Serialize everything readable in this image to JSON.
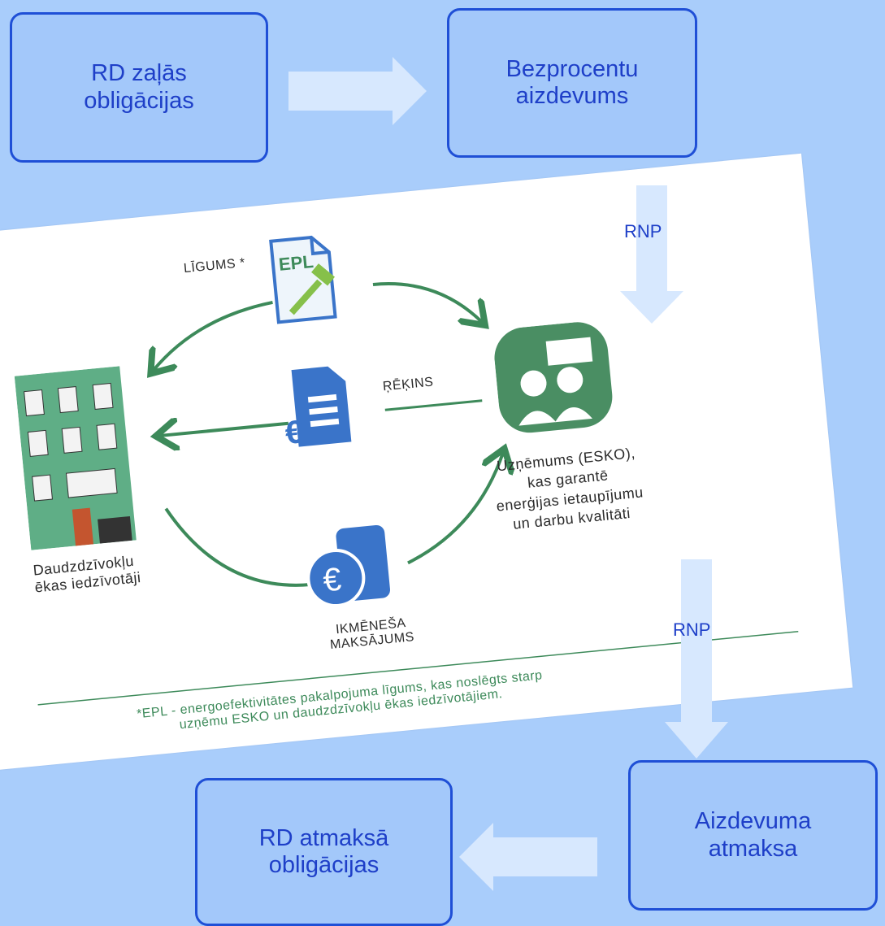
{
  "boxes": {
    "green_bonds": "RD zaļās\nobligācijas",
    "interest_free_loan": "Bezprocentu\naizdevums",
    "repays_bonds": "RD atmaksā\nobligācijas",
    "loan_repayment": "Aizdevuma\natmaksa"
  },
  "labels": {
    "rnp_top": "RNP",
    "rnp_bottom": "RNP"
  },
  "card": {
    "contract_label": "LĪGUMS *",
    "epl_text": "EPL",
    "invoice_label": "ŖĒĶINS",
    "residents": "Daudzdzīvokļu\nēkas iedzīvotāji",
    "company": "Uzņēmums (ESKO),\nkas garantē\nenerģijas ietaupījumu\nun darbu kvalitāti",
    "monthly_payment": "IKMĒNEŠA\nMAKSĀJUMS",
    "footnote": "*EPL - energoefektivitātes pakalpojuma līgums, kas noslēgts starp\nuzņēmu ESKO un daudzdzīvokļu ēkas iedzīvotājiem.",
    "euro_symbol": "€"
  },
  "colors": {
    "background": "#a9cdfb",
    "box_border": "#1f4fd6",
    "text_blue": "#1e3fc8",
    "arrow_light": "#d7e8fe",
    "green": "#3d8a5a",
    "icon_blue": "#3a74c9"
  }
}
